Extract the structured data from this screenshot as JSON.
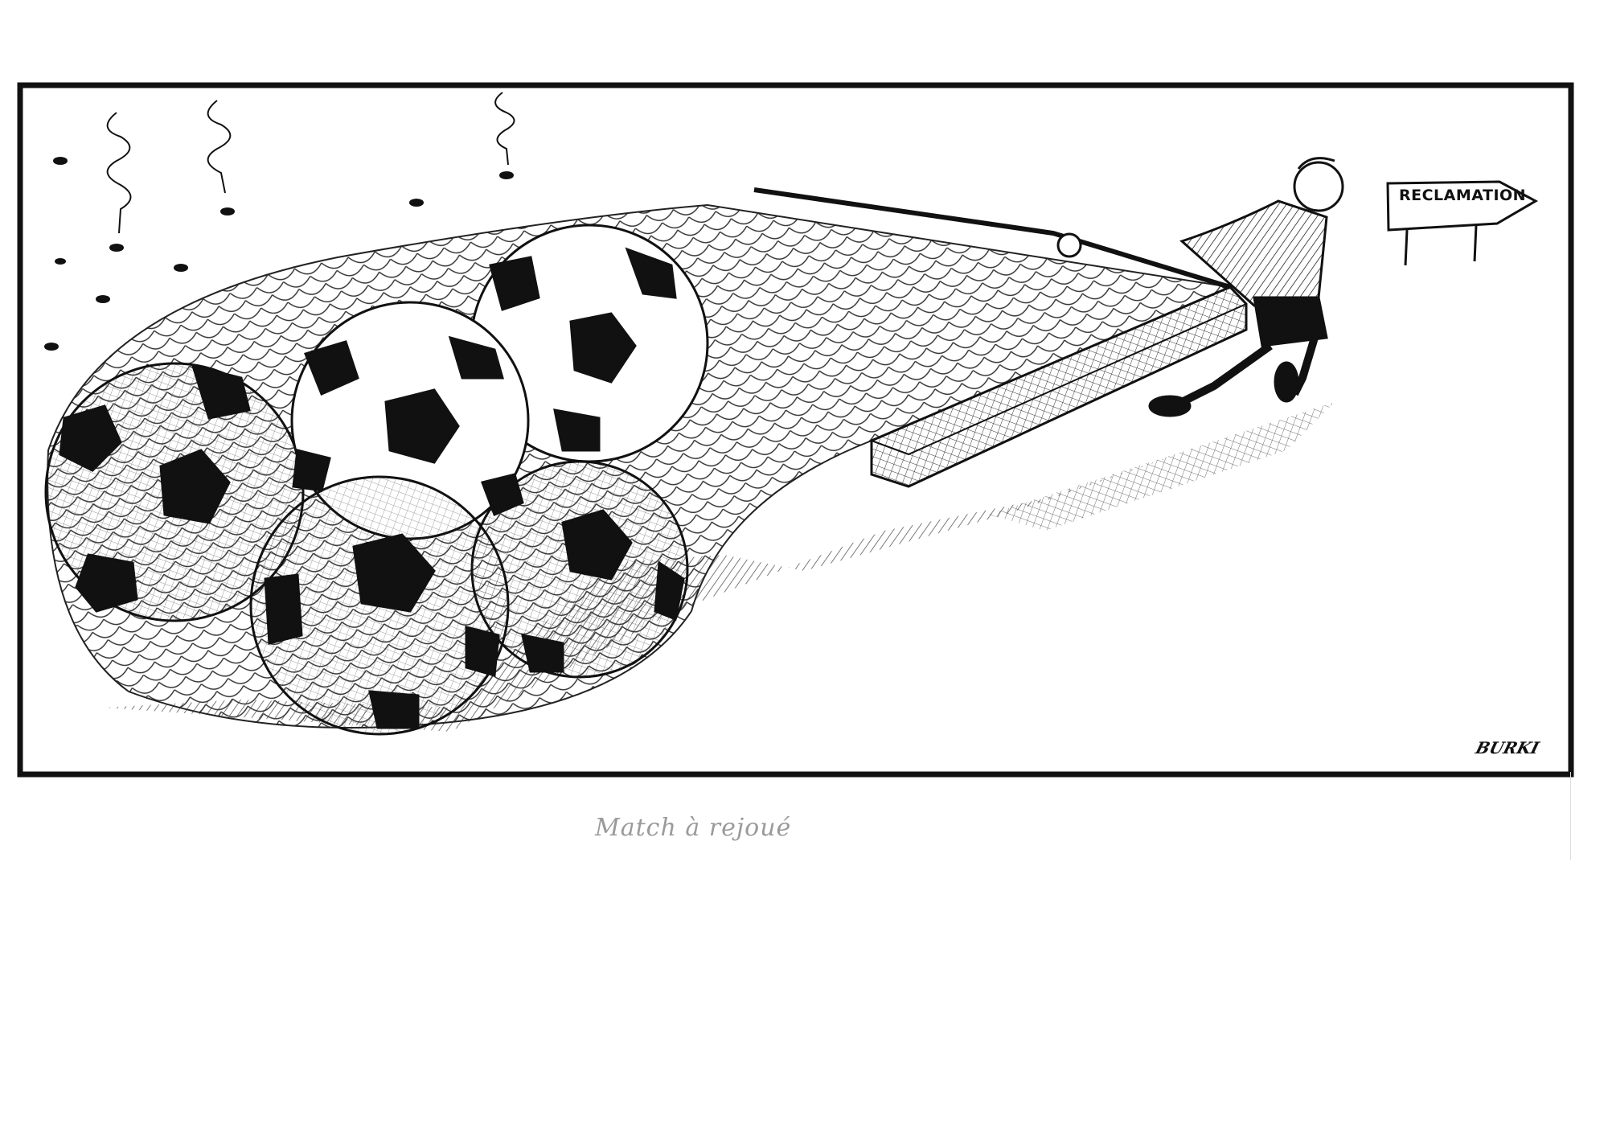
{
  "cartoon": {
    "sign_text": "RECLAMATION",
    "signature": "BURKI",
    "caption": "Match à rejoué",
    "colors": {
      "ink": "#111111",
      "paper": "#ffffff",
      "caption": "#9a9a9a"
    }
  }
}
